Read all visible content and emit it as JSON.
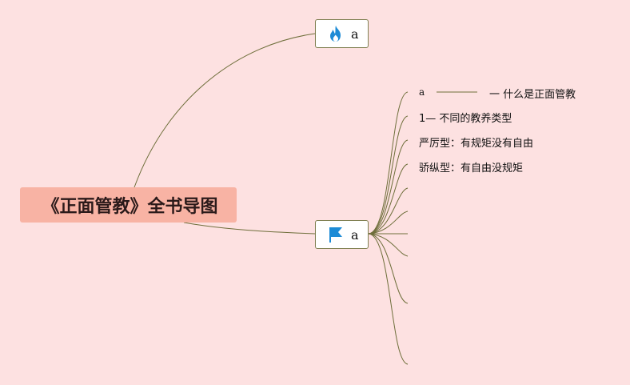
{
  "root": {
    "title": "《正面管教》全书导图"
  },
  "topics": {
    "top": {
      "label": "a",
      "icon": "fire-icon",
      "icon_color": "#1d8bd6"
    },
    "mid": {
      "label": "a",
      "icon": "flag-icon",
      "icon_color": "#1d8bd6"
    }
  },
  "leaves": {
    "l1_prefix": "a",
    "l1_text": "一 什么是正面管教",
    "l2": "1— 不同的教养类型",
    "l3": "严厉型：有规矩没有自由",
    "l4": "骄纵型：有自由没规矩"
  },
  "colors": {
    "background": "#fde1e1",
    "root_fill": "#f8b3a4",
    "connector": "#6e6e3a",
    "topic_border": "#7f7f50"
  }
}
